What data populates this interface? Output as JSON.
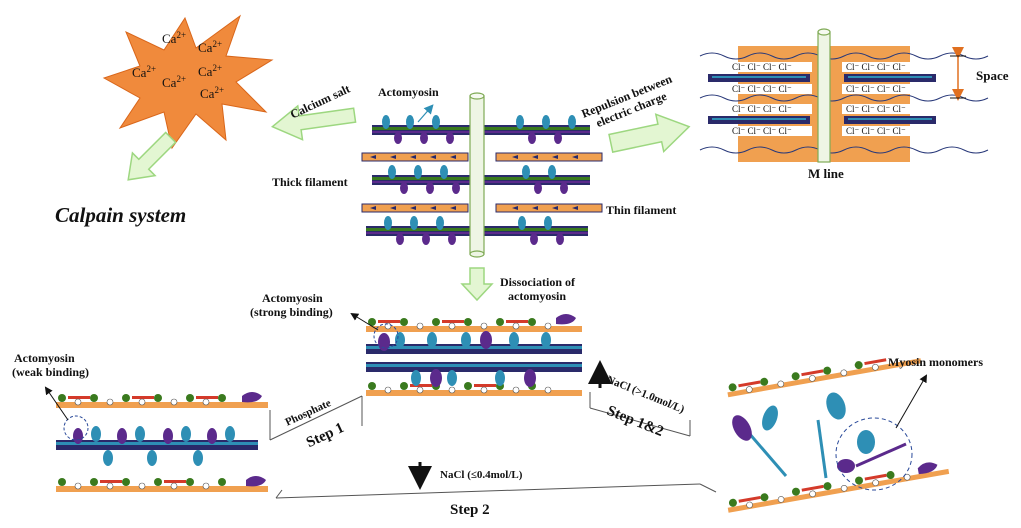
{
  "colors": {
    "burst": "#f08a3c",
    "burst_stroke": "#d9661a",
    "arrow_fill": "#e3f6d2",
    "arrow_stroke": "#9dd780",
    "thin_filament": "#f0a050",
    "myosin_teal": "#2e8fb5",
    "myosin_purple": "#5b2a8c",
    "actin_green": "#3a7a1e",
    "actin_red": "#d43a2a",
    "dark_line": "#2a2a6a",
    "mline": "#e8f0d8"
  },
  "calcium": {
    "ion_base": "Ca",
    "ion_charge": "2+",
    "ion_count": 6,
    "salt_label": "Calcium salt",
    "system_label": "Calpain system"
  },
  "center": {
    "actomyosin_label": "Actomyosin",
    "thick_label": "Thick filament",
    "thin_label": "Thin filament",
    "repulsion_line1": "Repulsion between",
    "repulsion_line2": "electric charge",
    "dissociation_line1": "Dissociation of",
    "dissociation_line2": "actomyosin"
  },
  "right_top": {
    "chloride_row": "Cl⁻ Cl⁻ Cl⁻ Cl⁻",
    "space_label": "Space",
    "mline_label": "M line"
  },
  "middle": {
    "strong_line1": "Actomyosin",
    "strong_line2": "(strong binding)"
  },
  "left": {
    "weak_line1": "Actomyosin",
    "weak_line2": "(weak binding)",
    "phosphate_label": "Phosphate",
    "step1_label": "Step 1"
  },
  "right": {
    "nacl_high": "NaCl (>1.0mol/L)",
    "step12_label": "Step 1&2",
    "monomers_label": "Myosin monomers"
  },
  "bottom": {
    "nacl_low": "NaCl (≤0.4mol/L)",
    "step2_label": "Step 2"
  }
}
